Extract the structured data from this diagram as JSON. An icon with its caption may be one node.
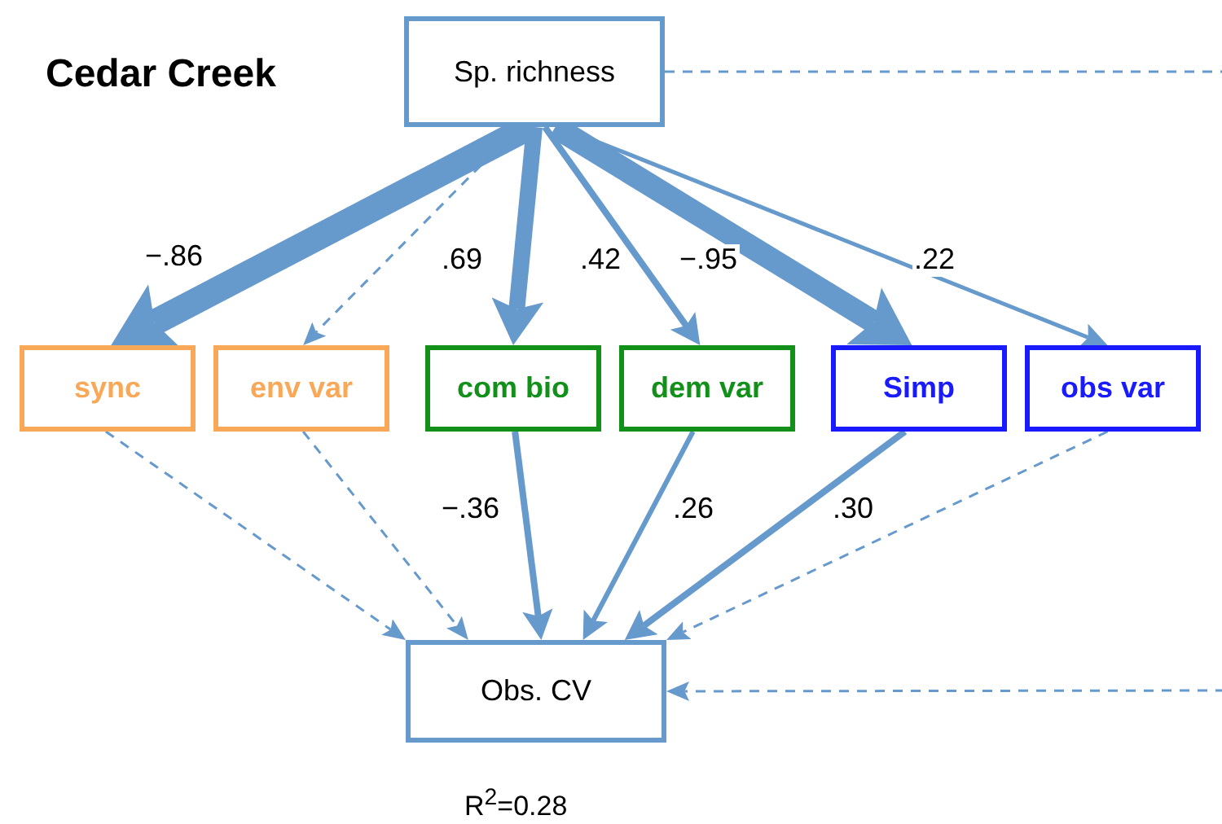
{
  "diagram": {
    "title": "Cedar Creek",
    "nodes": [
      {
        "text": [
          "Sp. richness"
        ]
      },
      {
        "text": [
          "sync"
        ]
      },
      {
        "text": [
          "env var"
        ]
      },
      {
        "text": [
          "com bio"
        ]
      },
      {
        "text": [
          "dem var"
        ]
      },
      {
        "text": [
          "Simp"
        ]
      },
      {
        "text": [
          "obs var"
        ]
      },
      {
        "text": [
          "Obs. CV"
        ],
        "beside": [
          "R$^{2}$=0.28"
        ]
      }
    ],
    "edges": [
      {
        "from": 0,
        "to": 1,
        "arrow": "to",
        "label": "−.86",
        "style": "thick"
      },
      {
        "from": 0,
        "to": 2,
        "arrow": "to",
        "style": "dashed"
      },
      {
        "from": 0,
        "to": 3,
        "arrow": "to",
        "label": ".69",
        "style": "thick"
      },
      {
        "from": 0,
        "to": 4,
        "arrow": "to",
        "label": ".42"
      },
      {
        "from": 0,
        "to": 5,
        "arrow": "to",
        "label": "−.95",
        "style": "thick"
      },
      {
        "from": 0,
        "to": 6,
        "arrow": "to",
        "label": ".22"
      },
      {
        "from": 1,
        "to": 7,
        "arrow": "to",
        "style": "dashed"
      },
      {
        "from": 2,
        "to": 7,
        "arrow": "to",
        "style": "dashed"
      },
      {
        "from": 3,
        "to": 7,
        "arrow": "to",
        "label": "−.36"
      },
      {
        "from": 4,
        "to": 7,
        "arrow": "to",
        "label": ".26"
      },
      {
        "from": 5,
        "to": 7,
        "arrow": "to",
        "label": ".30"
      },
      {
        "from": 6,
        "to": 7,
        "arrow": "to",
        "style": "dashed"
      },
      {
        "from": 0,
        "to": null,
        "arrow": "none",
        "style": "dashed"
      },
      {
        "from": null,
        "to": 7,
        "arrow": "to",
        "style": "dashed"
      }
    ]
  }
}
